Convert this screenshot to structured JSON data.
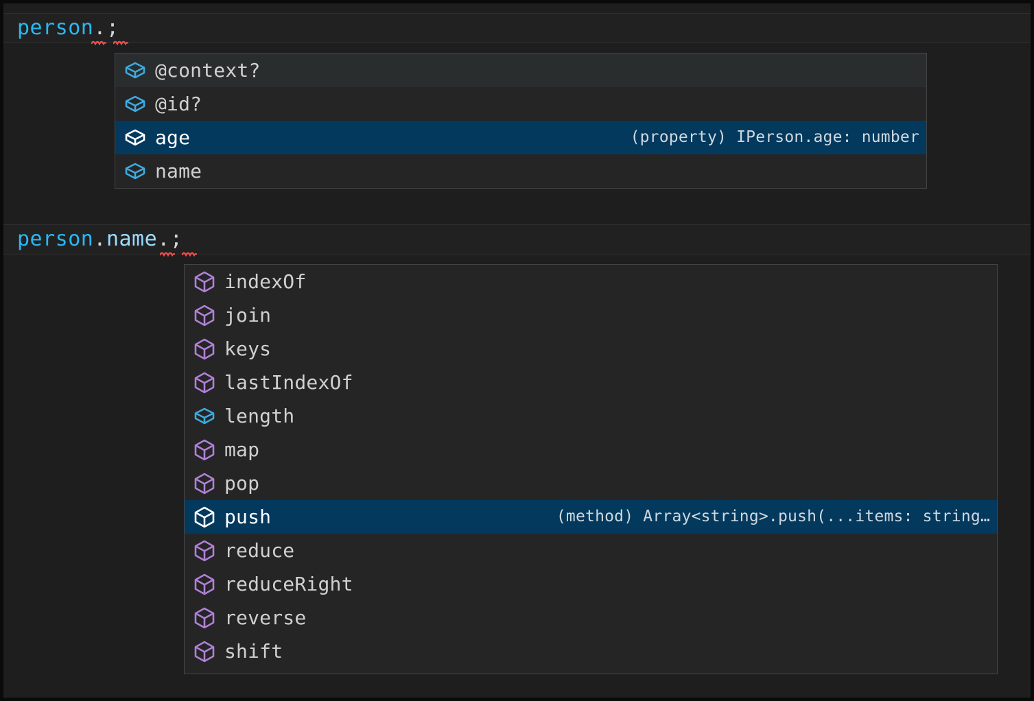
{
  "theme": {
    "editor_background": "#1e1e1e",
    "widget_background": "#252526",
    "widget_border": "#454545",
    "selection_background": "#04395e",
    "hover_background": "#2a2d2e",
    "variable_color": "#29b8f2",
    "property_color": "#9cdcfe",
    "punctuation_color": "#d4d4d4",
    "method_icon_color": "#b180d7",
    "property_icon_color": "#3cabe0",
    "selected_icon_color": "#ffffff",
    "error_squiggle_color": "#f14c4c"
  },
  "editor": {
    "lines": [
      {
        "name": "line-person",
        "tokens": [
          {
            "text": "person",
            "kind": "variable"
          },
          {
            "text": ".",
            "kind": "punctuation"
          },
          {
            "text": ";",
            "kind": "punctuation"
          }
        ],
        "plain": "person.;"
      },
      {
        "name": "line-person-name",
        "tokens": [
          {
            "text": "person",
            "kind": "variable"
          },
          {
            "text": ".",
            "kind": "punctuation"
          },
          {
            "text": "name",
            "kind": "property"
          },
          {
            "text": ".",
            "kind": "punctuation"
          },
          {
            "text": ";",
            "kind": "punctuation"
          }
        ],
        "plain": "person.name.;"
      }
    ]
  },
  "suggest_person": {
    "name": "suggest-widget-person",
    "items": [
      {
        "label": "@context?",
        "icon": "property-cube-icon",
        "icon_kind": "property",
        "detail": "",
        "state": "hovered"
      },
      {
        "label": "@id?",
        "icon": "property-cube-icon",
        "icon_kind": "property",
        "detail": "",
        "state": "normal"
      },
      {
        "label": "age",
        "icon": "property-cube-icon",
        "icon_kind": "property",
        "detail": "(property) IPerson.age: number",
        "state": "focused"
      },
      {
        "label": "name",
        "icon": "property-cube-icon",
        "icon_kind": "property",
        "detail": "",
        "state": "normal"
      }
    ]
  },
  "suggest_name": {
    "name": "suggest-widget-name",
    "items": [
      {
        "label": "indexOf",
        "icon": "method-cube-icon",
        "icon_kind": "method",
        "detail": "",
        "state": "normal"
      },
      {
        "label": "join",
        "icon": "method-cube-icon",
        "icon_kind": "method",
        "detail": "",
        "state": "normal"
      },
      {
        "label": "keys",
        "icon": "method-cube-icon",
        "icon_kind": "method",
        "detail": "",
        "state": "normal"
      },
      {
        "label": "lastIndexOf",
        "icon": "method-cube-icon",
        "icon_kind": "method",
        "detail": "",
        "state": "normal"
      },
      {
        "label": "length",
        "icon": "property-cube-icon",
        "icon_kind": "property",
        "detail": "",
        "state": "normal"
      },
      {
        "label": "map",
        "icon": "method-cube-icon",
        "icon_kind": "method",
        "detail": "",
        "state": "normal"
      },
      {
        "label": "pop",
        "icon": "method-cube-icon",
        "icon_kind": "method",
        "detail": "",
        "state": "normal"
      },
      {
        "label": "push",
        "icon": "method-cube-icon",
        "icon_kind": "method",
        "detail": "(method) Array<string>.push(...items: string…",
        "state": "focused"
      },
      {
        "label": "reduce",
        "icon": "method-cube-icon",
        "icon_kind": "method",
        "detail": "",
        "state": "normal"
      },
      {
        "label": "reduceRight",
        "icon": "method-cube-icon",
        "icon_kind": "method",
        "detail": "",
        "state": "normal"
      },
      {
        "label": "reverse",
        "icon": "method-cube-icon",
        "icon_kind": "method",
        "detail": "",
        "state": "normal"
      },
      {
        "label": "shift",
        "icon": "method-cube-icon",
        "icon_kind": "method",
        "detail": "",
        "state": "normal"
      }
    ]
  }
}
